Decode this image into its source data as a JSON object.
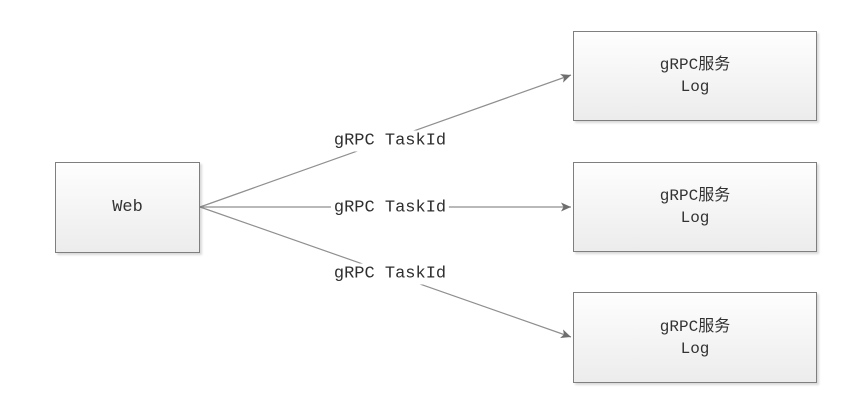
{
  "diagram": {
    "web_node": {
      "label": "Web"
    },
    "service_nodes": [
      {
        "line1": "gRPC服务",
        "line2": "Log"
      },
      {
        "line1": "gRPC服务",
        "line2": "Log"
      },
      {
        "line1": "gRPC服务",
        "line2": "Log"
      }
    ],
    "edges": [
      {
        "label": "gRPC TaskId"
      },
      {
        "label": "gRPC TaskId"
      },
      {
        "label": "gRPC TaskId"
      }
    ],
    "colors": {
      "node_border": "#7f7f7f",
      "node_fill_top": "#fefefe",
      "node_fill_bottom": "#ececec",
      "edge_line": "#8f8f8f",
      "arrowhead": "#6e6e6e",
      "text": "#333333",
      "background": "#ffffff"
    }
  }
}
